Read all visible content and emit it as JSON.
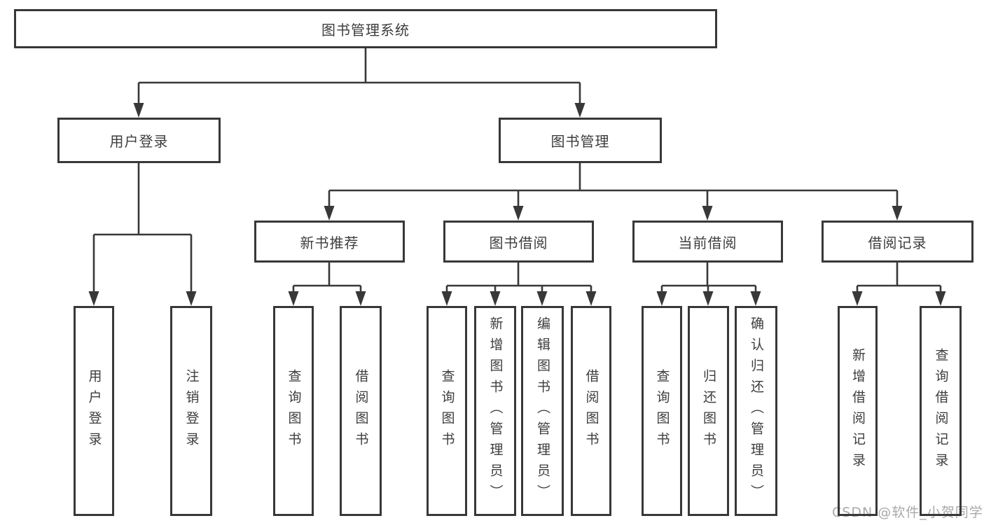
{
  "tree": {
    "label": "图书管理系统",
    "children": [
      {
        "label": "用户登录",
        "children": [
          {
            "label": "用户登录"
          },
          {
            "label": "注销登录"
          }
        ]
      },
      {
        "label": "图书管理",
        "children": [
          {
            "label": "新书推荐",
            "children": [
              {
                "label": "查询图书"
              },
              {
                "label": "借阅图书"
              }
            ]
          },
          {
            "label": "图书借阅",
            "children": [
              {
                "label": "查询图书"
              },
              {
                "label": "新增图书（管理员）"
              },
              {
                "label": "编辑图书（管理员）"
              },
              {
                "label": "借阅图书"
              }
            ]
          },
          {
            "label": "当前借阅",
            "children": [
              {
                "label": "查询图书"
              },
              {
                "label": "归还图书"
              },
              {
                "label": "确认归还（管理员）"
              }
            ]
          },
          {
            "label": "借阅记录",
            "children": [
              {
                "label": "新增借阅记录"
              },
              {
                "label": "查询借阅记录"
              }
            ]
          }
        ]
      }
    ]
  },
  "watermark": {
    "text": "CSDN @软件_小贺同学"
  },
  "colors": {
    "line": "#383838",
    "box_border": "#383838",
    "text": "#3d3d3d",
    "watermark": "#a9a9a9",
    "background": "#ffffff"
  }
}
